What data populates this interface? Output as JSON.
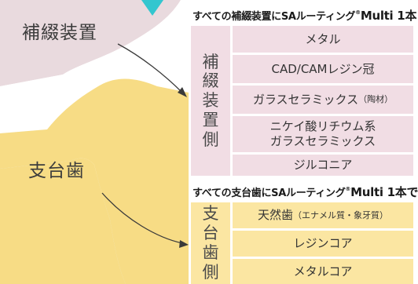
{
  "labels": {
    "prosthesis": "補綴装置",
    "abutment": "支台歯"
  },
  "prosthesis_section": {
    "heading_prefix": "すべての補綴装置にSAルーティング",
    "heading_mark": "®",
    "heading_brand": "Multi 1本",
    "side_label": [
      "補",
      "綴",
      "装",
      "置",
      "側"
    ],
    "items": [
      {
        "text": "メタル"
      },
      {
        "text": "CAD/CAMレジン冠"
      },
      {
        "text": "ガラスセラミックス",
        "note": "（陶材）"
      },
      {
        "text": "ニケイ酸リチウム系",
        "text2": "ガラスセラミックス"
      },
      {
        "text": "ジルコニア"
      }
    ]
  },
  "abutment_section": {
    "heading_prefix": "すべての支台歯にSAルーティング",
    "heading_mark": "®",
    "heading_brand": "Multi 1本で",
    "side_label": [
      "支",
      "台",
      "歯",
      "側"
    ],
    "items": [
      {
        "text": "天然歯",
        "note": "（エナメル質・象牙質）"
      },
      {
        "text": "レジンコア"
      },
      {
        "text": "メタルコア"
      }
    ]
  },
  "colors": {
    "prosthesis_fill": "#f1dde4",
    "abutment_fill": "#fbe6a2",
    "tooth_fill": "#f7dc85",
    "crown_fill": "#e9dade",
    "gum_fill": "#eef2f5",
    "accent_teal": "#33c6cf"
  }
}
